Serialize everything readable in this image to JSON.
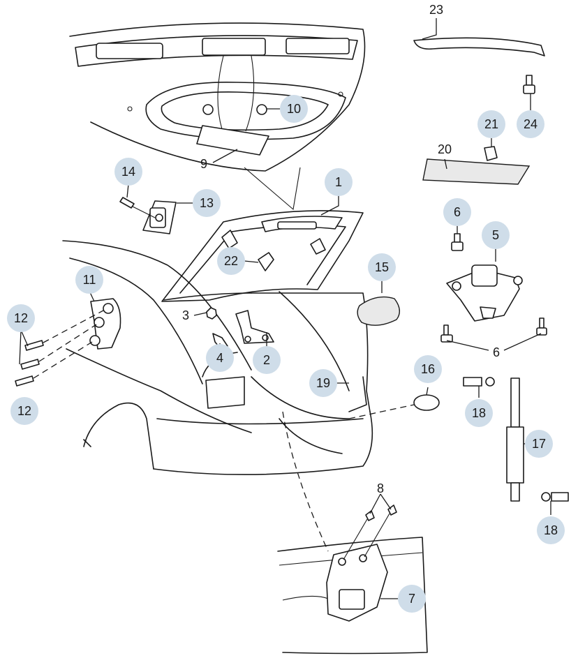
{
  "callouts": [
    {
      "id": "c1",
      "text": "1",
      "badge": true
    },
    {
      "id": "c2",
      "text": "2",
      "badge": true
    },
    {
      "id": "c3",
      "text": "3",
      "badge": false
    },
    {
      "id": "c4",
      "text": "4",
      "badge": true
    },
    {
      "id": "c5",
      "text": "5",
      "badge": true
    },
    {
      "id": "c6a",
      "text": "6",
      "badge": true
    },
    {
      "id": "c6b",
      "text": "6",
      "badge": false
    },
    {
      "id": "c7",
      "text": "7",
      "badge": true
    },
    {
      "id": "c8",
      "text": "8",
      "badge": false
    },
    {
      "id": "c9",
      "text": "9",
      "badge": false
    },
    {
      "id": "c10",
      "text": "10",
      "badge": true
    },
    {
      "id": "c11",
      "text": "11",
      "badge": true
    },
    {
      "id": "c12a",
      "text": "12",
      "badge": true
    },
    {
      "id": "c12b",
      "text": "12",
      "badge": true
    },
    {
      "id": "c13",
      "text": "13",
      "badge": true
    },
    {
      "id": "c14",
      "text": "14",
      "badge": true
    },
    {
      "id": "c15",
      "text": "15",
      "badge": true
    },
    {
      "id": "c16",
      "text": "16",
      "badge": true
    },
    {
      "id": "c17",
      "text": "17",
      "badge": true
    },
    {
      "id": "c18a",
      "text": "18",
      "badge": true
    },
    {
      "id": "c18b",
      "text": "18",
      "badge": true
    },
    {
      "id": "c19",
      "text": "19",
      "badge": true
    },
    {
      "id": "c20",
      "text": "20",
      "badge": false
    },
    {
      "id": "c21",
      "text": "21",
      "badge": true
    },
    {
      "id": "c22",
      "text": "22",
      "badge": true
    },
    {
      "id": "c23",
      "text": "23",
      "badge": false
    },
    {
      "id": "c24",
      "text": "24",
      "badge": true
    }
  ],
  "colors": {
    "badge": "#cfdde9",
    "line": "#1a1a1a",
    "background": "#ffffff"
  }
}
